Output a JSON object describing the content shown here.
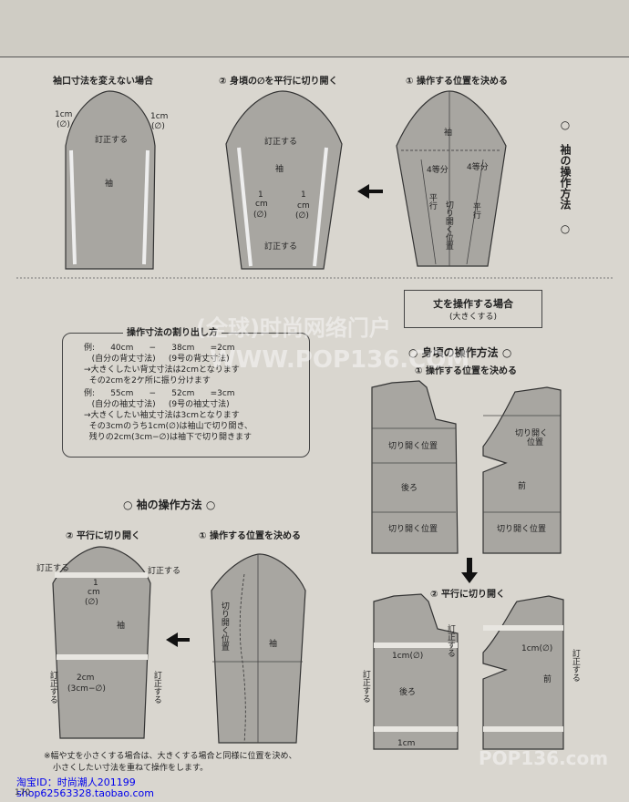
{
  "top": {
    "title1": "袖口寸法を変えない場合",
    "title2": "② 身頃の∅を平行に切り開く",
    "title3": "① 操作する位置を決める",
    "p1": {
      "l1": "1cm",
      "l1b": "(∅)",
      "r1": "1cm",
      "r1b": "(∅)",
      "correct": "訂正する",
      "sleeve": "袖"
    },
    "p2": {
      "correct_top": "訂正する",
      "sleeve": "袖",
      "left_a": "1",
      "left_b": "cm",
      "left_c": "(∅)",
      "right_a": "1",
      "right_b": "cm",
      "right_c": "(∅)",
      "correct_bottom": "訂正する"
    },
    "p3": {
      "sleeve": "袖",
      "div_left": "4等分",
      "div_right": "4等分",
      "parallel_left": "平行",
      "parallel_right": "平行",
      "cut_position": "切り開く位置"
    },
    "side_label": "○ 袖の操作方法 ○"
  },
  "middle": {
    "box_title": "操作寸法の割り出し方",
    "lines": [
      "例:      40cm      −      38cm      =2cm",
      "   (自分の背丈寸法)     (9号の背丈寸法)",
      "→大きくしたい背丈寸法は2cmとなります",
      "  その2cmを2ケ所に振り分けます",
      "例:      55cm      −      52cm      =3cm",
      "   (自分の袖丈寸法)     (9号の袖丈寸法)",
      "→大きくしたい袖丈寸法は3cmとなります",
      "  その3cmのうち1cm(∅)は袖山で切り開き、",
      "  残りの2cm(3cm−∅)は袖下で切り開きます"
    ],
    "header_box_line1": "丈を操作する場合",
    "header_box_line2": "(大きくする)",
    "bodice_title": "○ 身頃の操作方法 ○",
    "bodice_step1": "① 操作する位置を決める"
  },
  "bodice": {
    "back_cut1": "切り開く位置",
    "back_label": "後ろ",
    "back_cut2": "切り開く位置",
    "front_cut1a": "切り開く",
    "front_cut1b": "位置",
    "front_label": "前",
    "front_cut2": "切り開く位置",
    "step2": "② 平行に切り開く",
    "back2_1cm_top": "1cm(∅)",
    "back2_label": "後ろ",
    "back2_1cm_bottom": "1cm",
    "correct_v1": "訂正する",
    "correct_v2": "訂正する",
    "correct_v3": "訂正する",
    "front2_1cm": "1cm(∅)",
    "front2_label": "前"
  },
  "sleeve_bottom": {
    "title": "○ 袖の操作方法 ○",
    "step2": "② 平行に切り開く",
    "step1": "① 操作する位置を決める",
    "correct_tl": "訂正する",
    "correct_tr": "訂正する",
    "cm1": "1",
    "cm1b": "cm",
    "cm1c": "(∅)",
    "sleeve": "袖",
    "cm2": "2cm",
    "cm2b": "(3cm−∅)",
    "correct_vl": "訂正する",
    "correct_vr": "訂正する",
    "cut_position": "切り開く位置",
    "sleeve_right": "袖"
  },
  "note_line1": "※幅や丈を小さくする場合は、大きくする場合と同様に位置を決め、",
  "note_line2": "小さくしたい寸法を重ねて操作をします。",
  "watermark1": "(全球)时尚网络门户",
  "watermark2": "WWW.POP136.COM",
  "watermark3": "POP136.com",
  "footer_line1": "淘宝ID：时尚潮人201199",
  "footer_line2": "shop62563328.taobao.com",
  "page_number": "170"
}
